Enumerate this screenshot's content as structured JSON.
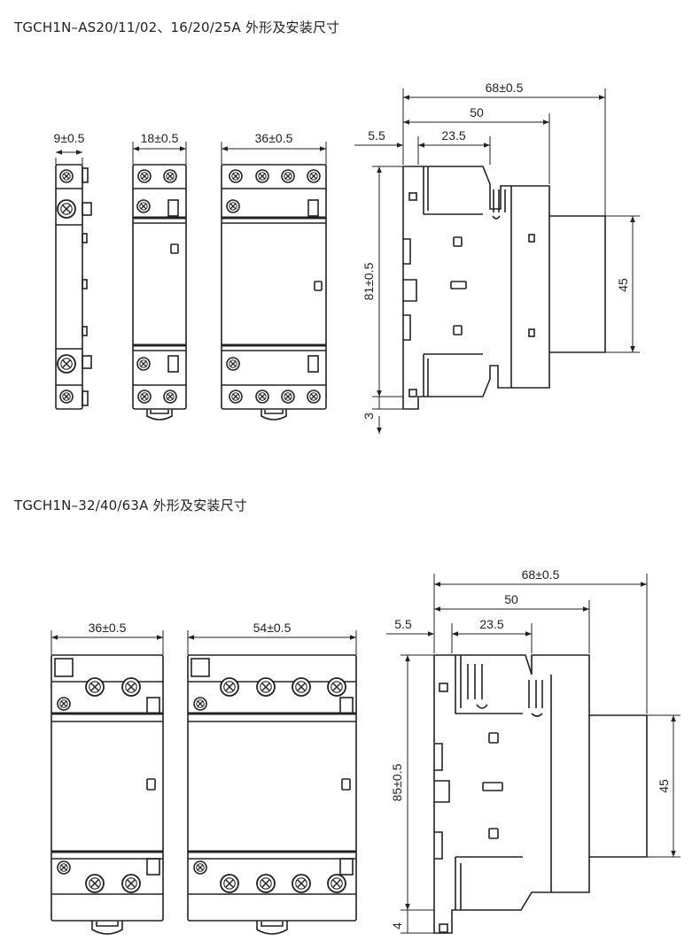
{
  "section1": {
    "title": "TGCH1N–AS20/11/02、16/20/25A 外形及安装尺寸",
    "front": {
      "w9": "9±0.5",
      "w18": "18±0.5",
      "w36": "36±0.5"
    },
    "side": {
      "d68": "68±0.5",
      "d50": "50",
      "d55": "5.5",
      "d235": "23.5",
      "h81": "81±0.5",
      "h45": "45",
      "h3": "3"
    }
  },
  "section2": {
    "title": "TGCH1N–32/40/63A 外形及安装尺寸",
    "front": {
      "w36": "36±0.5",
      "w54": "54±0.5"
    },
    "side": {
      "d68": "68±0.5",
      "d50": "50",
      "d55": "5.5",
      "d235": "23.5",
      "h85": "85±0.5",
      "h45": "45",
      "h4": "4"
    }
  }
}
